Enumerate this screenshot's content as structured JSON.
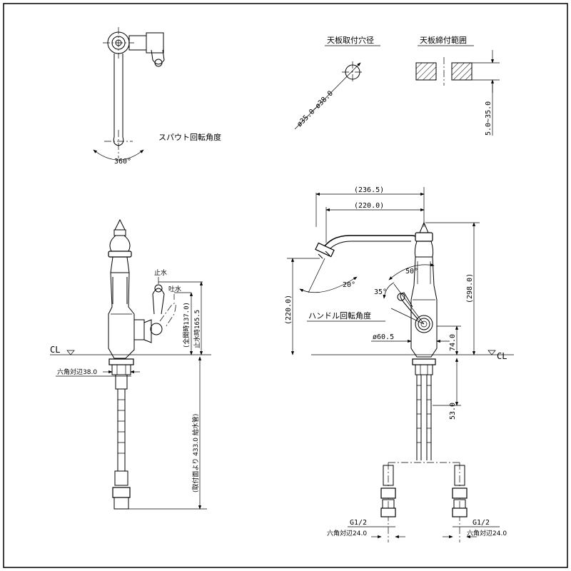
{
  "top_view": {
    "caption": "スパウト回転角度",
    "angle": "360°"
  },
  "hole": {
    "caption": "天板取付穴径",
    "diameter": "ø35.0~ø38.0"
  },
  "counter": {
    "caption": "天板締付範囲",
    "thickness": "5.0~35.0"
  },
  "side_view": {
    "stop": "止水",
    "open": "吐水",
    "height_total": "(全開時137.0)",
    "height_stop": "止水時165.5",
    "hex": "六角対辺38.0",
    "cl": "CL",
    "length": "(取付面より 433.0 給水管)"
  },
  "front_view": {
    "w1": "(236.5)",
    "w2": "(220.0)",
    "h298": "(298.0)",
    "h220": "(220.0)",
    "a20": "20°",
    "a50": "50°",
    "a35": "35°",
    "handle": "ハンドル回転角度",
    "base": "ø60.5",
    "h74": "74.0",
    "h53": "53.0",
    "cl": "CL",
    "g_left": "G1/2",
    "g_right": "G1/2",
    "hex_left": "六角対辺24.0",
    "hex_right": "六角対辺24.0"
  }
}
